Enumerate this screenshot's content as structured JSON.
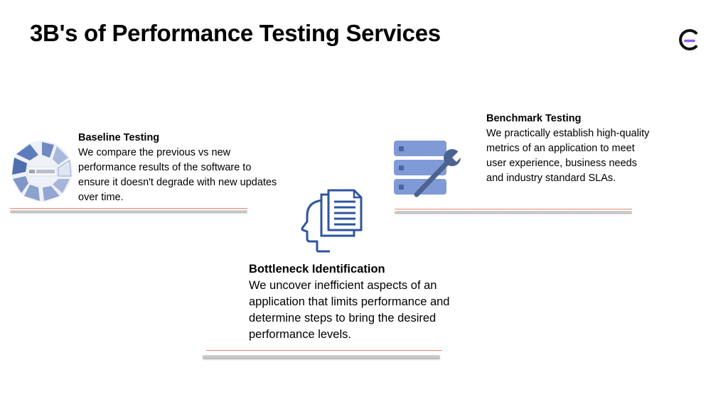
{
  "slide": {
    "title": "3B's of Performance Testing Services"
  },
  "colors": {
    "separator": "#e8836b",
    "cycle_icon": "#7f97c8",
    "server_icon": "#7f9ad6",
    "head_icon": "#2f54a0",
    "logo_accent": "#8b5cf6"
  },
  "icons": {
    "logo": "brand-logo-icon",
    "baseline": "cycle-icon",
    "benchmark": "server-wrench-icon",
    "bottleneck": "head-documents-icon"
  },
  "baseline": {
    "heading": "Baseline Testing",
    "body": "We compare the previous vs new performance results of the software to ensure it doesn't degrade with new updates over time."
  },
  "benchmark": {
    "heading": "Benchmark Testing",
    "body": "We practically establish high-quality metrics of an application to meet user experience, business needs and industry standard SLAs."
  },
  "bottleneck": {
    "heading": "Bottleneck Identification",
    "body": "We uncover inefficient aspects of an application that limits performance and determine steps to bring the desired performance levels."
  }
}
